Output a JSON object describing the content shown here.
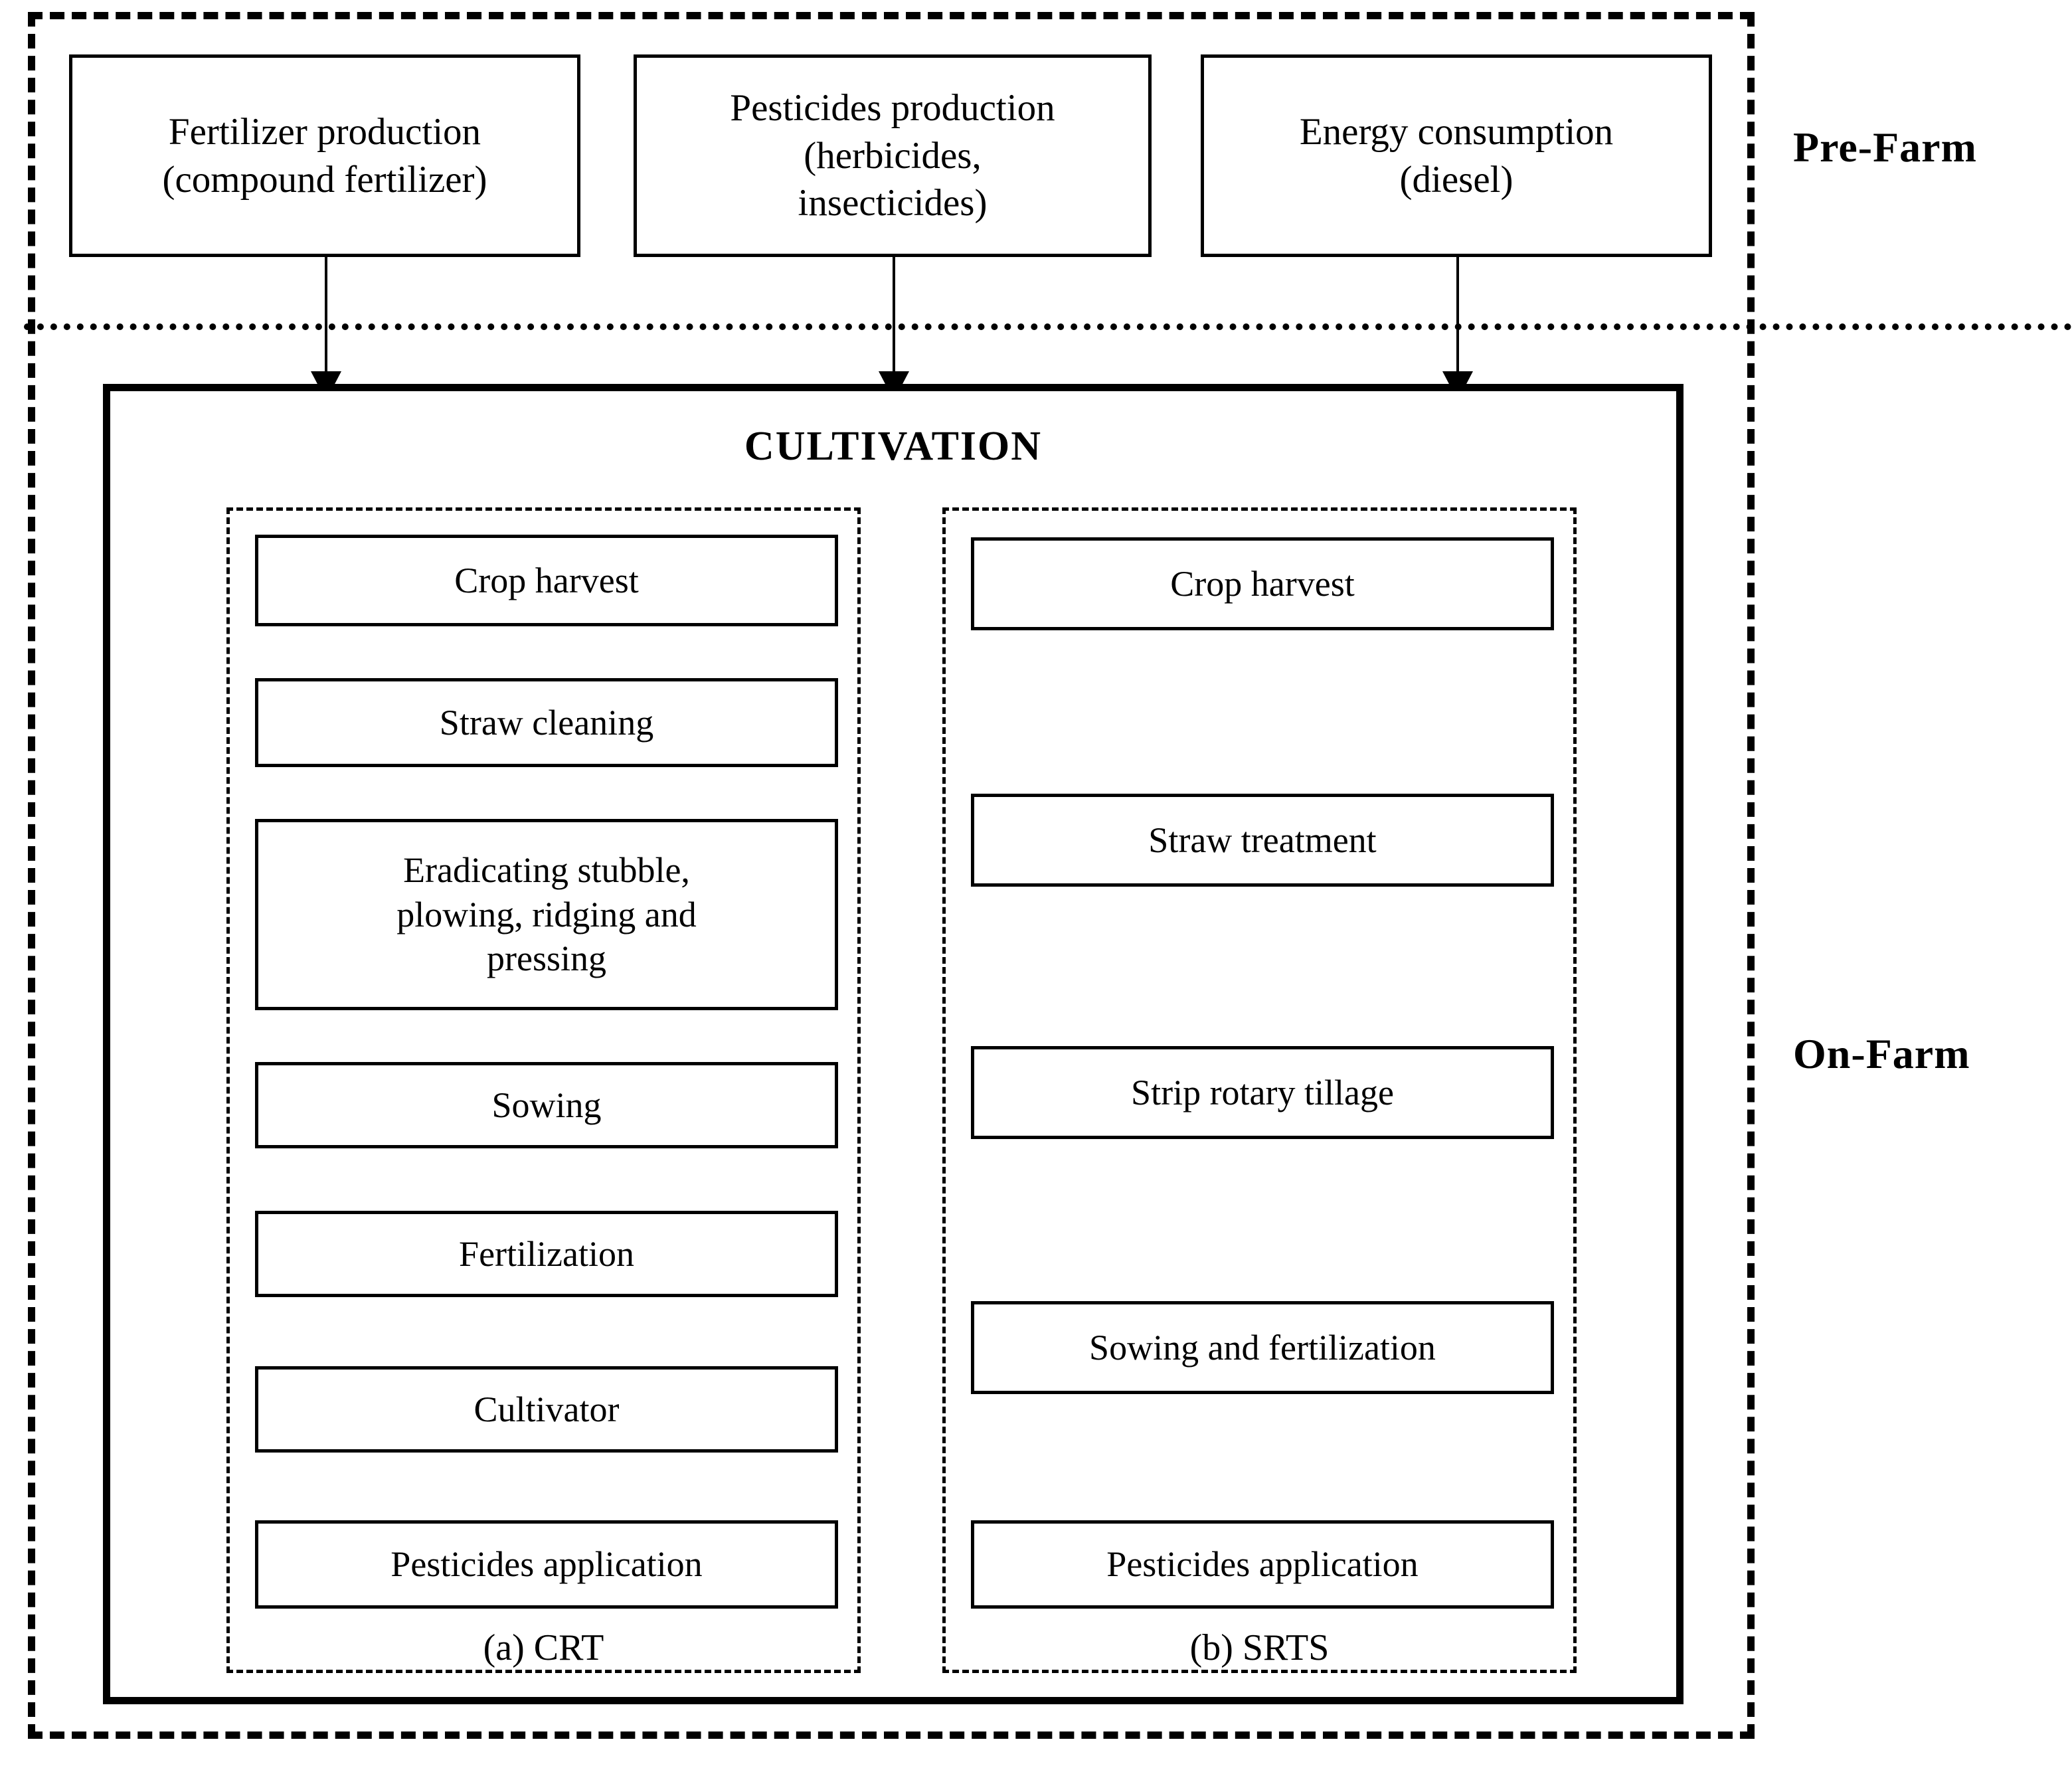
{
  "diagram": {
    "stages": {
      "pre_farm_label": "Pre-Farm",
      "on_farm_label": "On-Farm"
    },
    "pre_farm": {
      "inputs": [
        {
          "id": "fertilizer-production",
          "text": "Fertilizer production\n(compound fertilizer)"
        },
        {
          "id": "pesticides-production",
          "text": "Pesticides production\n(herbicides,\ninsecticides)"
        },
        {
          "id": "energy-consumption",
          "text": "Energy consumption\n(diesel)"
        }
      ]
    },
    "on_farm": {
      "cultivation_title": "CULTIVATION",
      "scenarios": [
        {
          "id": "crt",
          "caption": "(a) CRT",
          "steps": [
            "Crop harvest",
            "Straw cleaning",
            "Eradicating stubble,\nplowing, ridging and\npressing",
            "Sowing",
            "Fertilization",
            "Cultivator",
            "Pesticides application"
          ]
        },
        {
          "id": "srts",
          "caption": "(b) SRTS",
          "steps": [
            "Crop harvest",
            "Straw treatment",
            "Strip rotary tillage",
            "Sowing and fertilization",
            "Pesticides application"
          ]
        }
      ]
    },
    "colors": {
      "line": "#000000",
      "background": "#ffffff"
    }
  }
}
